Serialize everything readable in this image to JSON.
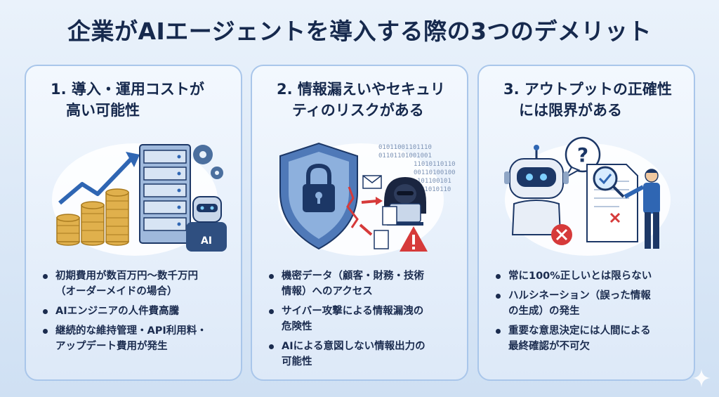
{
  "title": "企業がAIエージェントを導入する際の3つのデメリット",
  "cards": [
    {
      "title_line1": "1. 導入・運用コストが",
      "title_line2": "高い可能性",
      "illustration_label": "AI",
      "bullets": [
        {
          "line1": "初期費用が数百万円〜数千万円",
          "line2": "（オーダーメイドの場合）"
        },
        {
          "line1": "AIエンジニアの人件費高騰",
          "line2": ""
        },
        {
          "line1": "継続的な維持管理・API利用料・",
          "line2": "アップデート費用が発生"
        }
      ]
    },
    {
      "title_line1": "2. 情報漏えいやセキュリ",
      "title_line2": "ティのリスクがある",
      "binary_rows": [
        "01011001101110",
        "01101101001001",
        "110101101100",
        "00110100100",
        "101100101",
        "01010110"
      ],
      "bullets": [
        {
          "line1": "機密データ（顧客・財務・技術",
          "line2": "情報）へのアクセス"
        },
        {
          "line1": "サイバー攻撃による情報漏洩の",
          "line2": "危険性"
        },
        {
          "line1": "AIによる意図しない情報出力の",
          "line2": "可能性"
        }
      ]
    },
    {
      "title_line1": "3. アウトプットの正確性",
      "title_line2": "には限界がある",
      "bullets": [
        {
          "line1": "常に100%正しいとは限らない",
          "line2": ""
        },
        {
          "line1": "ハルシネーション（誤った情報",
          "line2": "の生成）の発生"
        },
        {
          "line1": "重要な意思決定には人間による",
          "line2": "最終確認が不可欠"
        }
      ]
    }
  ],
  "colors": {
    "navy": "#16294d",
    "accent_blue": "#2f66b3",
    "red": "#d63a3a",
    "gold": "#d9a640"
  }
}
